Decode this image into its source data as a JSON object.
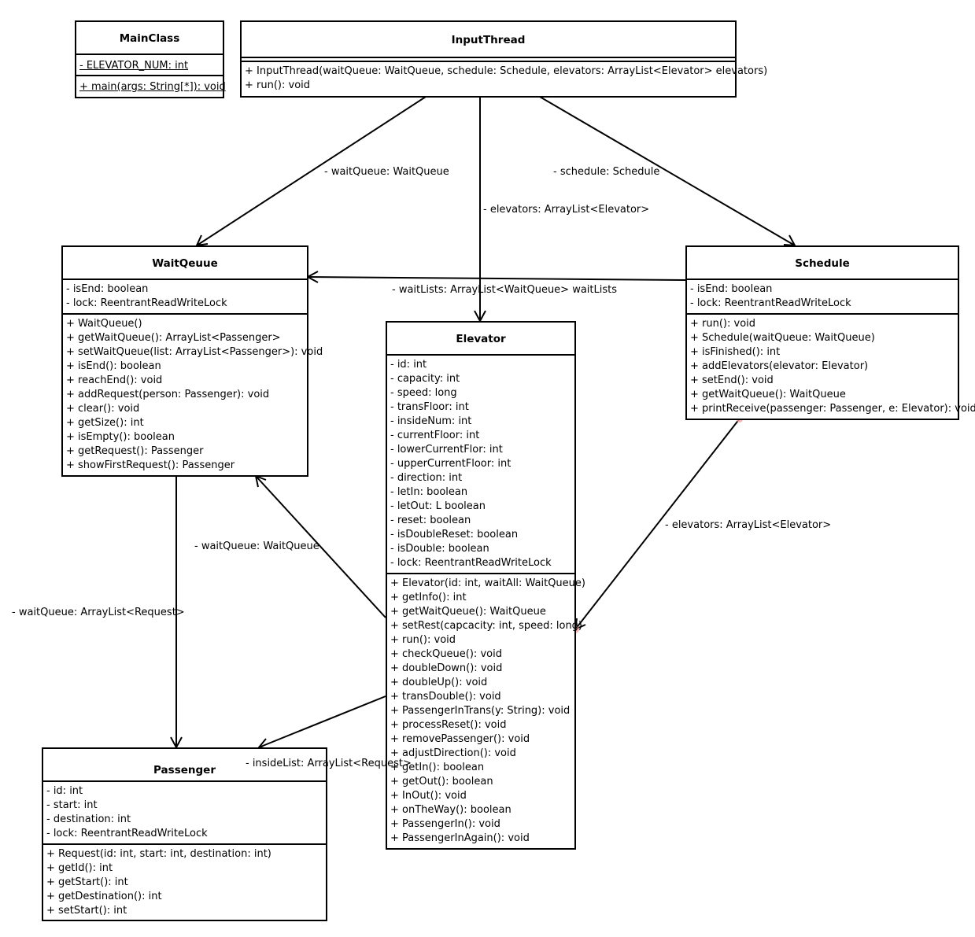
{
  "classes": {
    "mainclass": {
      "name": "MainClass",
      "attributes": [
        "- ELEVATOR_NUM: int"
      ],
      "methods": [
        "+ main(args: String[*]): void"
      ]
    },
    "inputthread": {
      "name": "InputThread",
      "attributes": [],
      "methods": [
        "+ InputThread(waitQueue: WaitQueue, schedule: Schedule, elevators: ArrayList<Elevator> elevators)",
        "+ run(): void"
      ]
    },
    "waitqueue": {
      "name": "WaitQeuue",
      "attributes": [
        "- isEnd: boolean",
        "- lock: ReentrantReadWriteLock"
      ],
      "methods": [
        "+ WaitQueue()",
        "+ getWaitQueue(): ArrayList<Passenger>",
        "+ setWaitQueue(list: ArrayList<Passenger>): void",
        "+ isEnd(): boolean",
        "+ reachEnd(): void",
        "+ addRequest(person: Passenger): void",
        "+ clear(): void",
        "+ getSize(): int",
        "+ isEmpty(): boolean",
        "+ getRequest(): Passenger",
        "+ showFirstRequest(): Passenger"
      ]
    },
    "schedule": {
      "name": "Schedule",
      "attributes": [
        "- isEnd: boolean",
        "- lock: ReentrantReadWriteLock"
      ],
      "methods": [
        "+ run(): void",
        "+ Schedule(waitQueue: WaitQueue)",
        "+ isFinished(): int",
        "+ addElevators(elevator: Elevator)",
        "+ setEnd(): void",
        "+ getWaitQueue(): WaitQueue",
        "+ printReceive(passenger: Passenger, e: Elevator): void"
      ]
    },
    "elevator": {
      "name": "Elevator",
      "attributes": [
        "- id: int",
        "- capacity: int",
        "- speed: long",
        "- transFloor: int",
        "- insideNum: int",
        "- currentFloor: int",
        "- lowerCurrentFlor: int",
        "- upperCurrentFloor: int",
        "- direction: int",
        "- letIn: boolean",
        "- letOut: L boolean",
        "- reset: boolean",
        "- isDoubleReset: boolean",
        "- isDouble: boolean",
        "- lock: ReentrantReadWriteLock"
      ],
      "methods": [
        "+ Elevator(id: int, waitAll: WaitQueue)",
        "+ getInfo(): int",
        "+ getWaitQueue(): WaitQueue",
        "+ setRest(capcacity: int, speed: long)",
        "+ run(): void",
        "+ checkQueue(): void",
        "+ doubleDown(): void",
        "+ doubleUp(): void",
        "+ transDouble(): void",
        "+ PassengerInTrans(y: String): void",
        "+ processReset(): void",
        "+ removePassenger(): void",
        "+ adjustDirection(): void",
        "+ getIn(): boolean",
        "+ getOut(): boolean",
        "+ InOut(): void",
        "+ onTheWay(): boolean",
        "+ PassengerIn(): void",
        "+ PassengerInAgain(): void"
      ]
    },
    "passenger": {
      "name": "Passenger",
      "attributes": [
        "- id: int",
        "- start: int",
        "- destination: int",
        "- lock: ReentrantReadWriteLock"
      ],
      "methods": [
        "+ Request(id: int, start: int, destination: int)",
        "+ getId(): int",
        "+ getStart(): int",
        "+ getDestination(): int",
        "+ setStart(): int"
      ]
    }
  },
  "associations": {
    "input_waitqueue": "- waitQueue: WaitQueue",
    "input_elevators": "- elevators: ArrayList<Elevator>",
    "input_schedule": "- schedule: Schedule",
    "schedule_waitlists": "- waitLists: ArrayList<WaitQueue> waitLists",
    "schedule_elevators": "- elevators: ArrayList<Elevator>",
    "elevator_waitqueue": "- waitQueue: WaitQueue",
    "waitqueue_passenger": "- waitQueue: ArrayList<Request>",
    "elevator_insidelist": "- insideList: ArrayList<Request>"
  }
}
